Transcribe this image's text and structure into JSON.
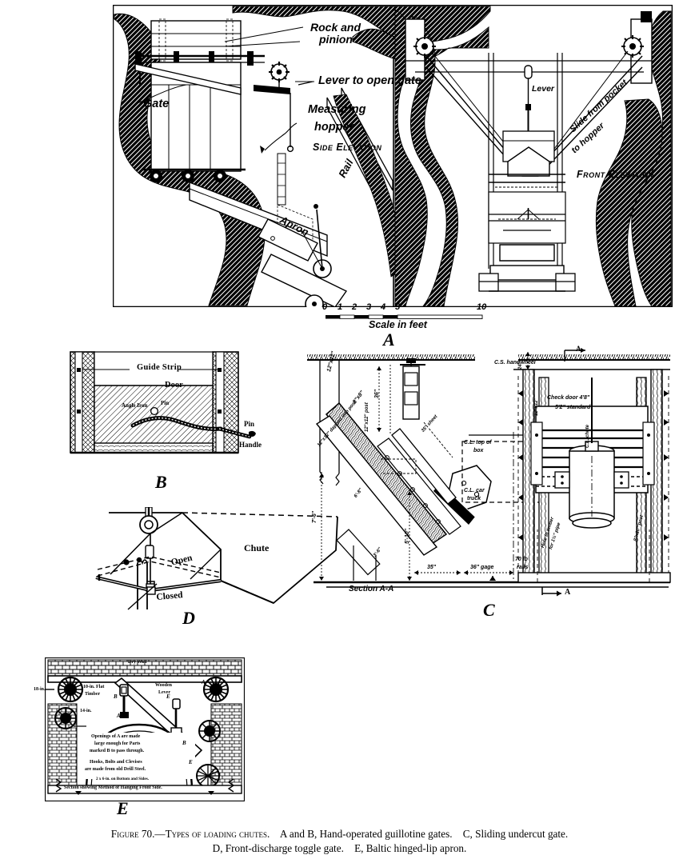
{
  "figure": {
    "caption_line1_prefix": "Figure 70.—Types of loading chutes.",
    "caption_a_b": "A and B, Hand-operated guillotine gates.",
    "caption_c": "C, Sliding undercut gate.",
    "caption_line2_d": "D, Front-discharge toggle gate.",
    "caption_line2_e": "E, Baltic hinged-lip apron.",
    "caption_full": "Figure 70.—Types of loading chutes.   A and B, Hand-operated guillotine gates.   C, Sliding undercut gate.   D, Front-discharge toggle gate.   E, Baltic hinged-lip apron."
  },
  "panel_a": {
    "letter": "A",
    "labels": {
      "rock_and_pinion_l1": "Rock and",
      "rock_and_pinion_l2": "pinion",
      "lever_to_open_gate": "Lever  to open gate",
      "gate": "Gate",
      "measuring_l1": "Measuring",
      "measuring_l2": "hopper",
      "side_elevation": "Side Elevation",
      "front_elevation": "Front Elevation",
      "apron": "Apron",
      "rail": "Rail",
      "lever": "Lever",
      "slide_l1": "Slide from pocket",
      "slide_l2": "to hopper"
    },
    "scale": {
      "caption": "Scale in feet",
      "ticks": [
        "0",
        "1",
        "2",
        "3",
        "4",
        "5",
        "10"
      ]
    }
  },
  "panel_b": {
    "letter": "B",
    "labels": {
      "guide_strip": "Guide Strip",
      "door": "Door",
      "angle_iron": "Angle Iron",
      "pin_inner": "Pin",
      "pin_outer": "Pin",
      "handle": "Handle"
    }
  },
  "panel_c": {
    "letter": "C",
    "labels": {
      "post_12x12_left": "12\"x12\"",
      "timber_8x8": "8\"x8\"",
      "dapped": "12\"x12\" dapped into post",
      "post_12x12": "12\"x12\" post",
      "dim_36": "36\"",
      "sheet_35": "35\" sheet",
      "dim_7_6": "7'-6\"",
      "dim_5_10": "5'-10\"",
      "dim_6_8": "6'-8\"",
      "dim_3_6": "3'-6\"",
      "dim_35": "35\"",
      "gage_36": "36\" gage",
      "rails_70lb": "70 lb\nrails",
      "cl_top_of_box_l1": "C.L. top of",
      "cl_top_of_box_l2": "box",
      "cl_car_truck_l1": "C.L. car",
      "cl_car_truck_l2": "truck",
      "section_aa": "Section A-A",
      "cs_handwheel": "C.S. handwheel",
      "check_door": "Check door 4'8\"",
      "standard_52": "5'2\" standard",
      "post_12x12_right": "12\"x12\"",
      "cl_chute": "C.L. chute",
      "dim_24": "24\"",
      "hole_in_timber_l1": "Hole in timber",
      "hole_in_timber_l2": "for 1½\" pipe",
      "post_8x10": "8\"x10\" post",
      "section_marker": "A"
    }
  },
  "panel_d": {
    "letter": "D",
    "labels": {
      "open": "Open",
      "closed": "Closed",
      "chute": "Chute"
    }
  },
  "panel_e": {
    "letter": "E",
    "labels": {
      "dry_wall": "Dry Wall",
      "flat_timber_l1": "10-in. Flat",
      "flat_timber_l2": "Timber",
      "wooden_lever_l1": "Wooden",
      "wooden_lever_l2": "Lever",
      "dim_18in": "18-in.",
      "dim_14in": "14-in.",
      "mark_a1": "A",
      "mark_a2": "A",
      "mark_a3": "A",
      "mark_b1": "B",
      "mark_b2": "B",
      "mark_e1": "E",
      "mark_e2": "E",
      "note_l1": "Openings of A are made",
      "note_l2": "large enough for Parts",
      "note_l3": "marked B to pass through.",
      "note_l4": "Hooks, Bolts and Clevises",
      "note_l5": "are made from old Drill Steel.",
      "note_l6": "2 x 6-in. on Bottom and Sides.",
      "bottom_note": "Section showing Method of Hanging Front Side."
    }
  },
  "colors": {
    "ink": "#000000",
    "paper": "#ffffff",
    "rock_fill": "#1a1a1a"
  }
}
